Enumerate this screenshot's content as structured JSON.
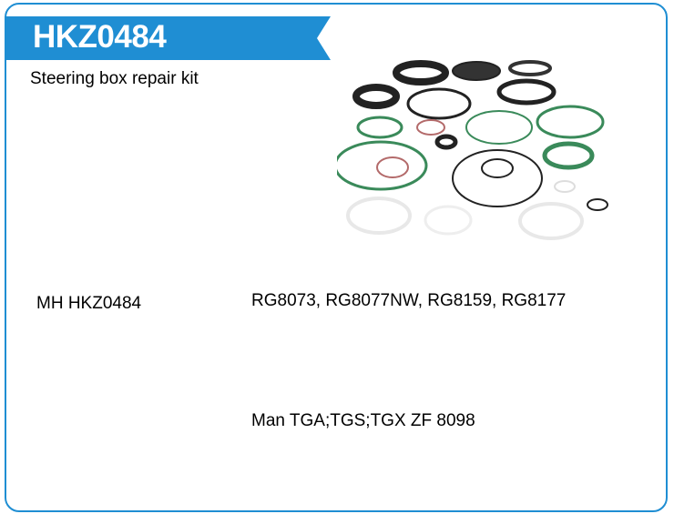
{
  "product": {
    "code": "HKZ0484",
    "description": "Steering box repair kit",
    "brand_code": "MH HKZ0484",
    "references": "RG8073, RG8077NW, RG8159, RG8177",
    "application": "Man TGA;TGS;TGX ZF 8098"
  },
  "colors": {
    "accent": "#1f8ed3"
  }
}
